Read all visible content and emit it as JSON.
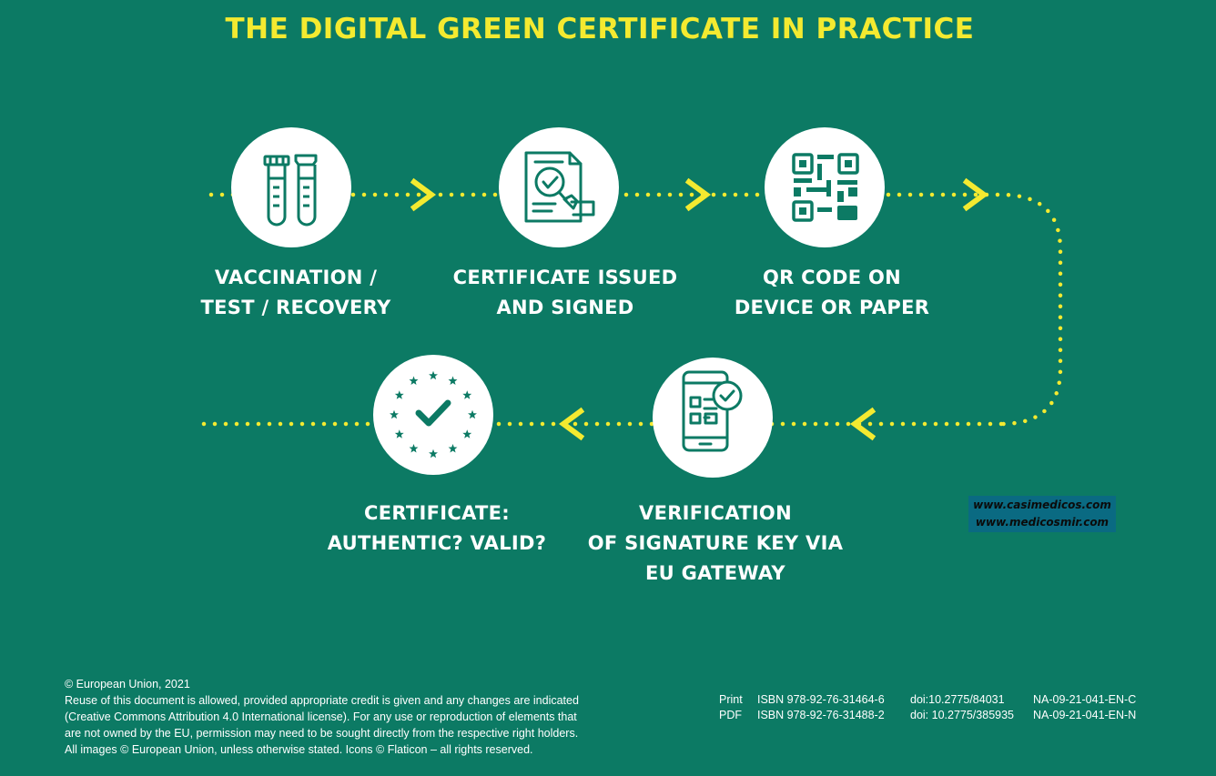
{
  "title": "THE DIGITAL GREEN CERTIFICATE IN PRACTICE",
  "steps": [
    {
      "icon": "test-tubes-icon",
      "line1": "VACCINATION /",
      "line2": "TEST / RECOVERY"
    },
    {
      "icon": "certificate-magnifier-icon",
      "line1": "CERTIFICATE ISSUED",
      "line2": "AND SIGNED"
    },
    {
      "icon": "qr-code-icon",
      "line1": "QR CODE ON",
      "line2": "DEVICE OR PAPER"
    },
    {
      "icon": "phone-qr-check-icon",
      "line1": "VERIFICATION",
      "line2": "OF SIGNATURE KEY VIA",
      "line3": "EU GATEWAY"
    },
    {
      "icon": "eu-stars-check-icon",
      "line1": "CERTIFICATE:",
      "line2": "AUTHENTIC? VALID?"
    }
  ],
  "watermark": {
    "line1": "www.casimedicos.com",
    "line2": "www.medicosmir.com"
  },
  "footer": {
    "copyright": "© European Union, 2021",
    "lines": [
      "Reuse of this document is allowed, provided appropriate credit is given and any changes are indicated",
      "(Creative Commons Attribution 4.0 International license). For any use or reproduction of elements that",
      "are not owned by the EU, permission may need to be sought directly from the respective right holders.",
      "All images © European Union, unless otherwise stated. Icons © Flaticon – all rights reserved."
    ],
    "publication": [
      {
        "format": "Print",
        "isbn": "ISBN 978-92-76-31464-6",
        "doi": "doi:10.2775/84031",
        "catalogue": "NA-09-21-041-EN-C"
      },
      {
        "format": "PDF",
        "isbn": "ISBN 978-92-76-31488-2",
        "doi": "doi: 10.2775/385935",
        "catalogue": "NA-09-21-041-EN-N"
      }
    ]
  },
  "colors": {
    "background": "#0c7a64",
    "accent": "#f4ea30",
    "text": "#ffffff",
    "icon": "#0c7a64"
  }
}
